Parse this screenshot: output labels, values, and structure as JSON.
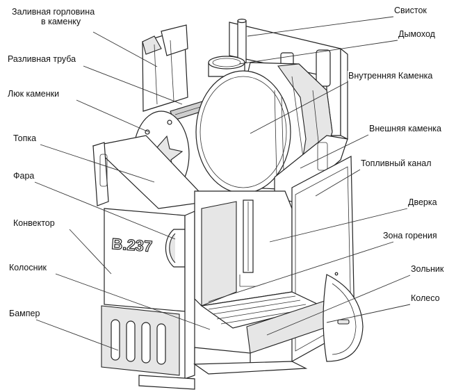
{
  "labels": {
    "filler_neck_line1": "Заливная горловина",
    "filler_neck_line2": "в каменку",
    "distribution_pipe": "Разливная труба",
    "stove_hatch": "Люк каменки",
    "firebox": "Топка",
    "headlight": "Фара",
    "convector": "Конвектор",
    "grate": "Колосник",
    "bumper": "Бампер",
    "whistle": "Свисток",
    "chimney": "Дымоход",
    "inner_stove": "Внутренняя Каменка",
    "outer_stove": "Внешняя каменка",
    "fuel_channel": "Топливный канал",
    "door": "Дверка",
    "combustion_zone": "Зона горения",
    "ash_pan": "Зольник",
    "wheel": "Колесо",
    "nameplate": "B.237"
  }
}
